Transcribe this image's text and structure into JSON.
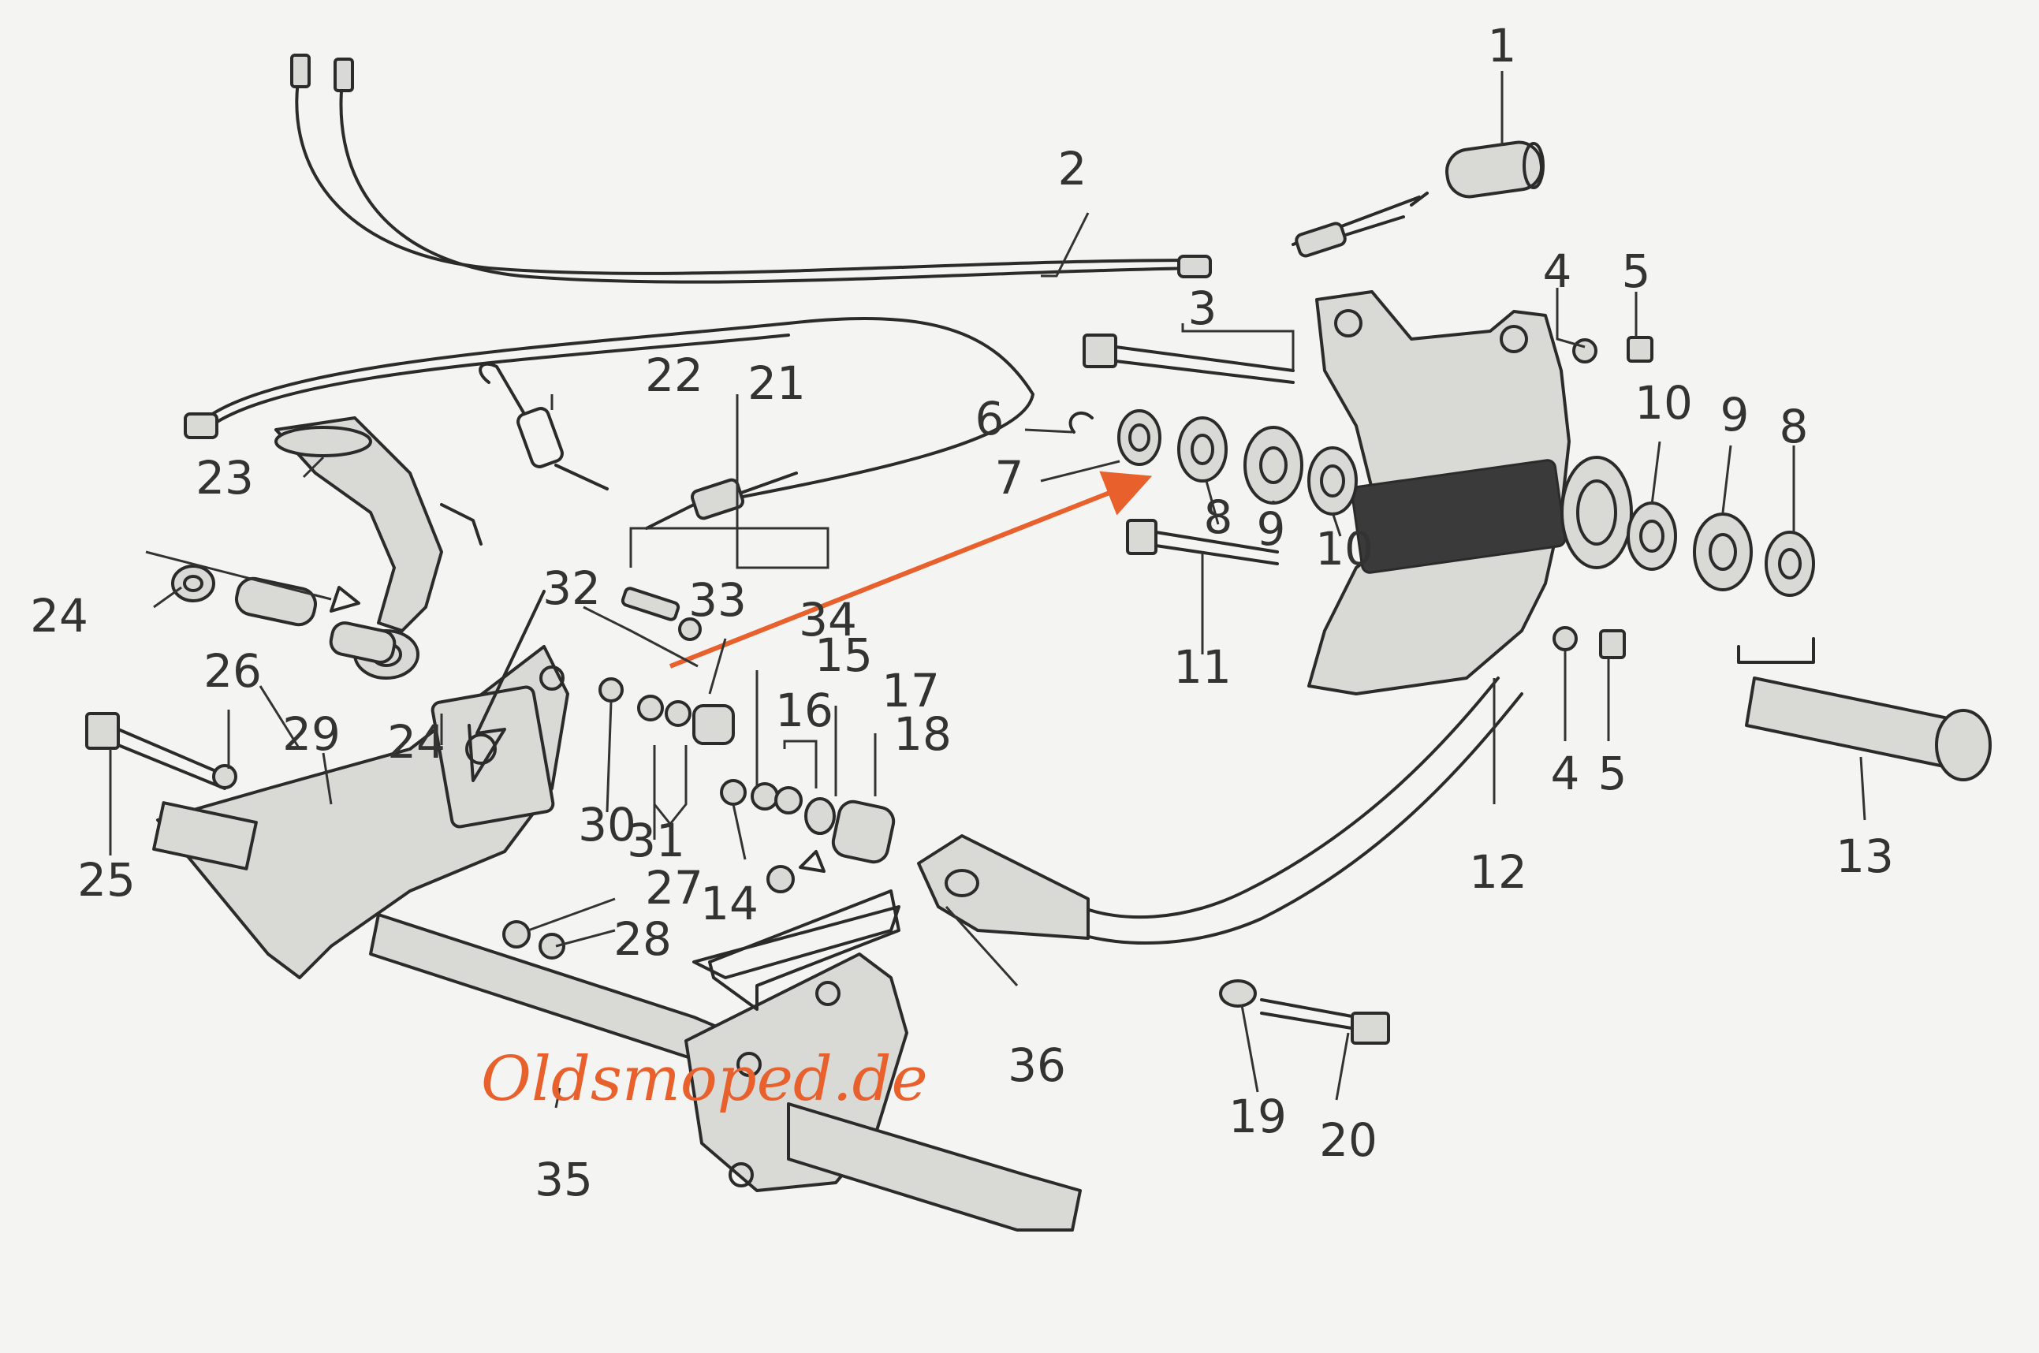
{
  "watermark": "Oldsmoped.de",
  "colors": {
    "arrow": "#e8602c",
    "line": "#2b2b2b",
    "background": "#f4f4f2"
  },
  "labels": {
    "n1": "1",
    "n2": "2",
    "n3": "3",
    "n4a": "4",
    "n5a": "5",
    "n6": "6",
    "n7": "7",
    "n8a": "8",
    "n9a": "9",
    "n10a": "10",
    "n10b": "10",
    "n9b": "9",
    "n8b": "8",
    "n11": "11",
    "n4b": "4",
    "n5b": "5",
    "n12": "12",
    "n13": "13",
    "n14": "14",
    "n15": "15",
    "n16": "16",
    "n17": "17",
    "n18": "18",
    "n19": "19",
    "n20": "20",
    "n21": "21",
    "n22": "22",
    "n23": "23",
    "n24a": "24",
    "n24b": "24",
    "n25": "25",
    "n26": "26",
    "n27": "27",
    "n28": "28",
    "n29": "29",
    "n30": "30",
    "n31": "31",
    "n32": "32",
    "n33": "33",
    "n34": "34",
    "n35": "35",
    "n36": "36"
  }
}
